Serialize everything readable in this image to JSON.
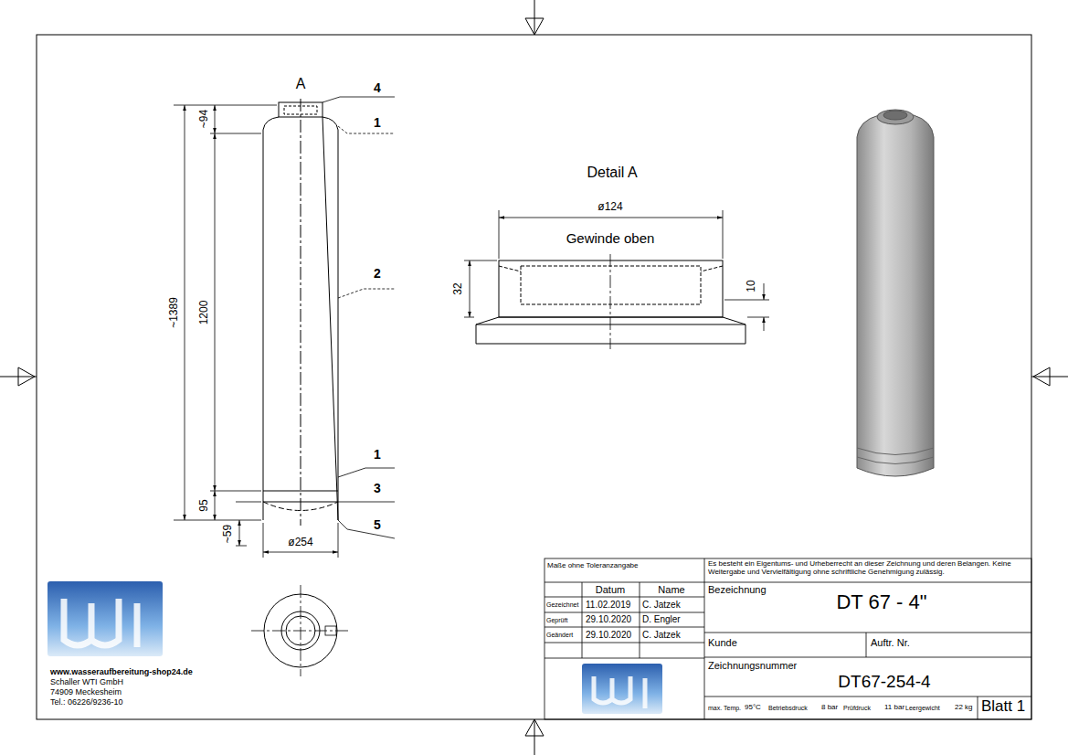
{
  "diagram": {
    "labels": [
      "A",
      "4",
      "~94",
      "1",
      "~1389",
      "1200",
      "2",
      "1",
      "95",
      "3",
      "~59",
      "5",
      "ø254",
      "Detail A",
      "ø124",
      "Gewinde oben",
      "32",
      "10",
      "www.wasseraufbereitung-shop24.de",
      "Schaller WTI GmbH",
      "74909 Meckesheim",
      "Tel.: 06226/9236-10",
      "Maße ohne Toleranzangabe",
      "Es besteht ein Eigentums- und Urheberrecht an dieser Zeichnung und deren Belangen. Keine Weitergabe und Vervielfältigung ohne schriftliche Genehmigung zulässig.",
      "Datum",
      "Name",
      "Gezeichnet",
      "11.02.2019",
      "C. Jatzek",
      "Geprüft",
      "29.10.2020",
      "D. Engler",
      "Geändert",
      "29.10.2020",
      "C. Jatzek",
      "Bezeichnung",
      "DT 67 - 4\"",
      "Kunde",
      "Auftr. Nr.",
      "Zeichnungsnummer",
      "DT67-254-4",
      "max. Temp.",
      "95°C",
      "Betriebsdruck",
      "8 bar",
      "Prüfdruck",
      "11 bar",
      "Leergewicht",
      "22 kg",
      "Blatt 1"
    ]
  }
}
